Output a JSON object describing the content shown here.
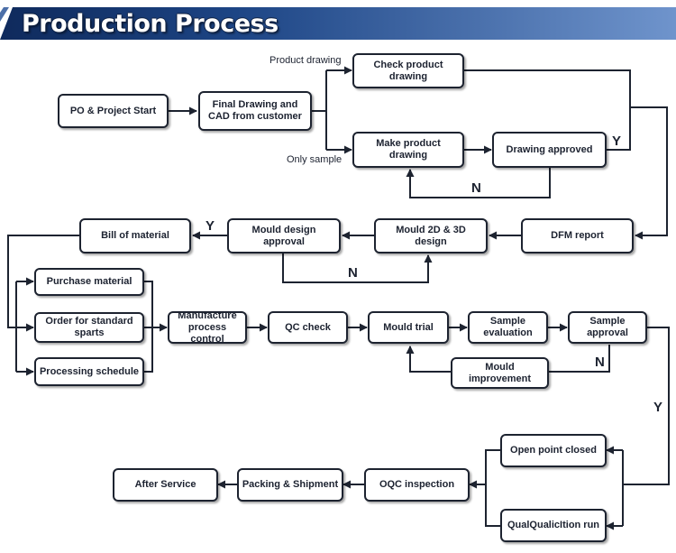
{
  "header": {
    "title": "Production Process"
  },
  "nodes": {
    "po_project_start": "PO & Project Start",
    "final_drawing_cad": "Final Drawing and CAD from customer",
    "check_product_drawing": "Check product drawing",
    "make_product_drawing": "Make product drawing",
    "drawing_approved": "Drawing approved",
    "dfm_report": "DFM report",
    "mould_2d_3d_design": "Mould 2D & 3D design",
    "mould_design_approval": "Mould design approval",
    "bill_of_material": "Bill of material",
    "purchase_material": "Purchase material",
    "order_standard_parts": "Order for standard sparts",
    "processing_schedule": "Processing schedule",
    "manufacture_process_control": "Manufacture process control",
    "qc_check": "QC check",
    "mould_trial": "Mould trial",
    "sample_evaluation": "Sample evaluation",
    "sample_approval": "Sample approval",
    "mould_improvement": "Mould improvement",
    "open_point_closed": "Open point closed",
    "qualification_run": "QualQualicItion run",
    "oqc_inspection": "OQC inspection",
    "packing_shipment": "Packing & Shipment",
    "after_service": "After Service"
  },
  "labels": {
    "product_drawing": "Product drawing",
    "only_sample": "Only sample",
    "y_drawing": "Y",
    "n_drawing": "N",
    "y_mould_design": "Y",
    "n_mould_design": "N",
    "n_sample": "N",
    "y_sample": "Y"
  },
  "colors": {
    "banner_dark": "#0f2a5c",
    "banner_light": "#5e86c2",
    "line": "#1d2330"
  }
}
